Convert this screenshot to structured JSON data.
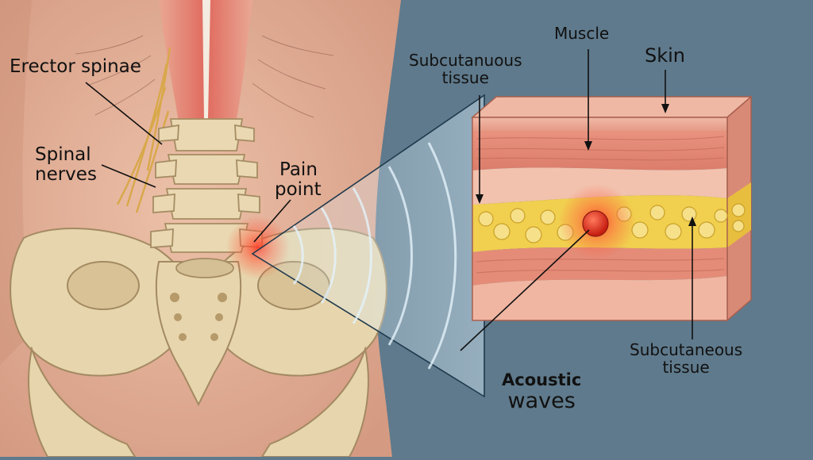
{
  "colors": {
    "background": "#5f7a8c",
    "skin_tone": "#e3ad94",
    "bone": "#e7d5ad",
    "pain_red": "#e8392b",
    "fat_yellow": "#f1cf4f",
    "wave_blue": "#cfe7f5"
  },
  "labels": {
    "erector_spinae": "Erector spinae",
    "spinal_nerves": {
      "line1": "Spinal",
      "line2": "nerves"
    },
    "pain_point": {
      "line1": "Pain",
      "line2": "point"
    },
    "muscle": "Muscle",
    "skin": "Skin",
    "subcutaneous_top": {
      "line1": "Subcutanuous",
      "line2": "tissue"
    },
    "subcutaneous_bottom": {
      "line1": "Subcutaneous",
      "line2": "tissue"
    },
    "acoustic_waves": {
      "line1": "Acoustic",
      "line2": "waves"
    }
  }
}
